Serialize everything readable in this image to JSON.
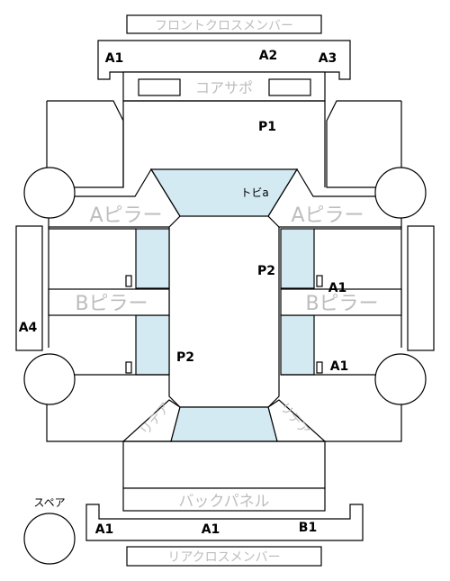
{
  "labels": {
    "front_cross_member": "フロントクロスメンバー",
    "core_support": "コアサポ",
    "a_pillar": "Aピラー",
    "b_pillar": "Bピラー",
    "trunk": "トビa",
    "back_panel": "バックパネル",
    "rear_cross_member": "リアクロスメンバー",
    "spare": "スペア",
    "rear_corner": "リテア"
  },
  "codes": {
    "a1_front_left": "A1",
    "a2_front": "A2",
    "a3_front_right": "A3",
    "p1": "P1",
    "p2_right": "P2",
    "a1_right_upper": "A1",
    "a4_left": "A4",
    "p2_left": "P2",
    "a1_right_lower": "A1",
    "a1_rear_left": "A1",
    "a1_rear_mid": "A1",
    "b1_rear_right": "B1"
  },
  "colors": {
    "glass": "#d4eaf2",
    "ghost_text": "#bdbdbd",
    "line": "#000000"
  }
}
